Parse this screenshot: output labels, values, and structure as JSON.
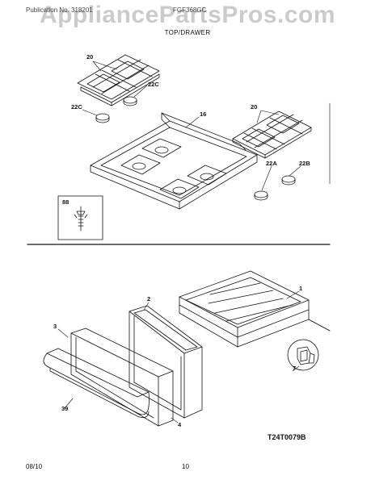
{
  "header": {
    "watermark": "AppliancePartsPros.com",
    "publication_number": "Publication No. 318201",
    "model_number": "FGF368GC",
    "section_title": "TOP/DRAWER"
  },
  "callouts": {
    "grate_left": "20",
    "grate_right": "20",
    "cap_22c_top": "22C",
    "cap_22c_left": "22C",
    "cooktop": "16",
    "cap_22a": "22A",
    "cap_22b": "22B",
    "part_88": "88",
    "drawer": "1",
    "gasket": "2",
    "panel": "3",
    "handle": "39",
    "panel_bottom": "4",
    "clip": "7"
  },
  "footer": {
    "drawing_code": "T24T0079B",
    "date": "08/10",
    "page_number": "10"
  }
}
